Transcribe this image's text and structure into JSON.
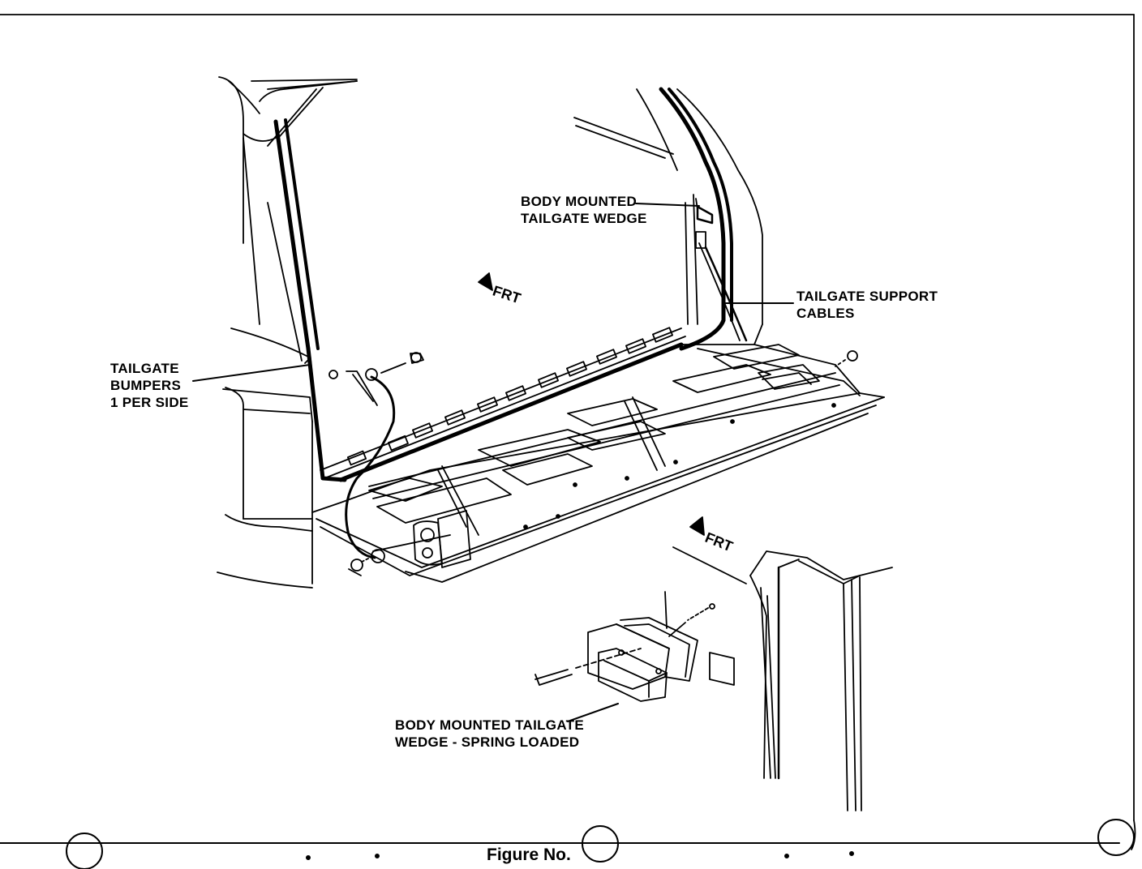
{
  "callouts": {
    "body_wedge": [
      "BODY MOUNTED",
      "TAILGATE WEDGE"
    ],
    "support_cables": [
      "TAILGATE SUPPORT",
      "CABLES"
    ],
    "bumpers": [
      "TAILGATE",
      "BUMPERS",
      "1 PER SIDE"
    ],
    "spring_wedge": [
      "BODY MOUNTED TAILGATE",
      "WEDGE - SPRING LOADED"
    ]
  },
  "direction_arrows": [
    "FRT",
    "FRT"
  ],
  "caption": "Figure No."
}
